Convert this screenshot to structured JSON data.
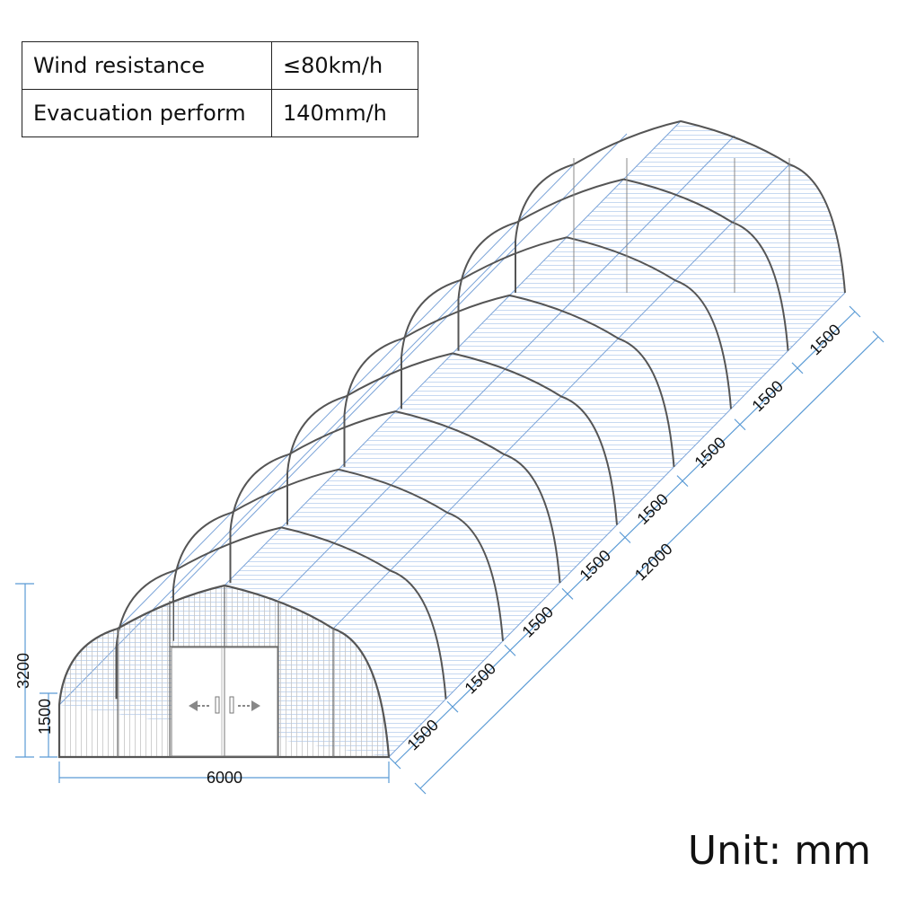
{
  "specs": [
    {
      "label": "Wind resistance",
      "value": "≤80km/h"
    },
    {
      "label": "Evacuation perform",
      "value": "140mm/h"
    }
  ],
  "unit_label": "Unit: mm",
  "dimensions": {
    "height_total": "3200",
    "height_wall": "1500",
    "width": "6000",
    "length": "12000",
    "bay": "1500",
    "bays": [
      "1500",
      "1500",
      "1500",
      "1500",
      "1500",
      "1500",
      "1500",
      "1500"
    ]
  },
  "colors": {
    "frame": "#555555",
    "glazing": "#9cbde6",
    "dimension": "#5b9bd5",
    "text": "#111111"
  }
}
